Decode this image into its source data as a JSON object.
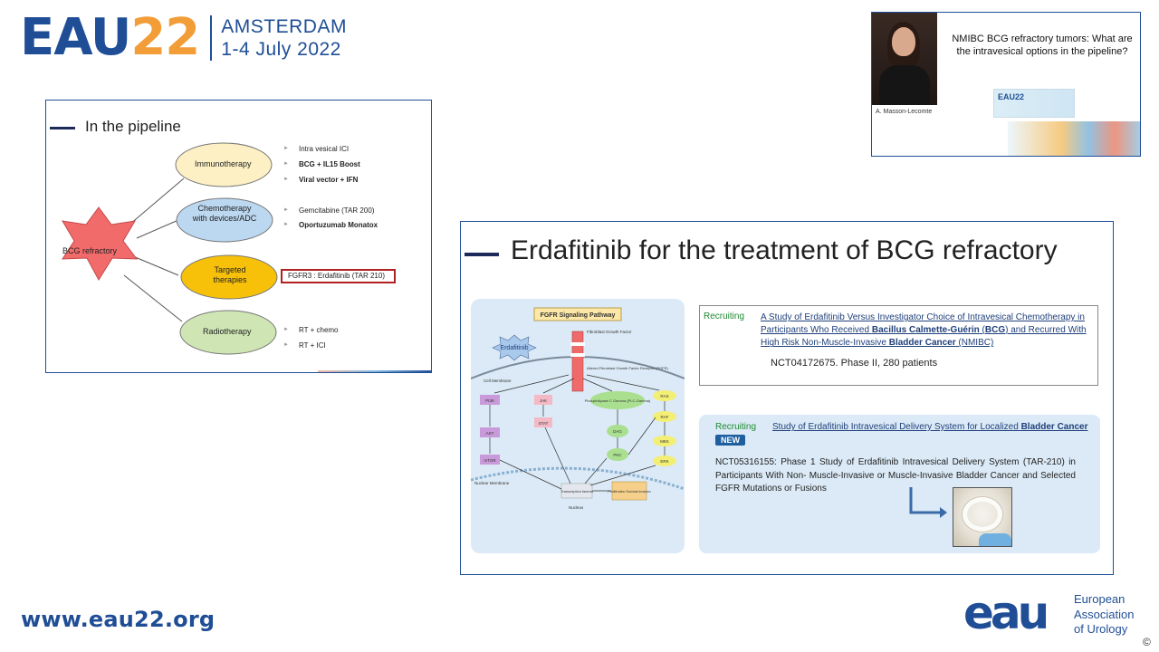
{
  "header": {
    "logo_eau": "EAU",
    "logo_year": "22",
    "city": "AMSTERDAM",
    "dates": "1-4 July 2022"
  },
  "speaker": {
    "name": "A. Masson-Lecomte",
    "slide_title": "NMIBC BCG refractory tumors: What are the intravesical options in the pipeline?",
    "logo_text": "EAU22"
  },
  "pipeline": {
    "title": "In the pipeline",
    "center_label": "BCG refractory",
    "categories": [
      {
        "label": "Immunotherapy",
        "color": "#fdf0c4"
      },
      {
        "label": "Chemotherapy with devices/ADC",
        "color": "#bcd7f0"
      },
      {
        "label": "Targeted therapies",
        "color": "#f7c10a"
      },
      {
        "label": "Radiotherapy",
        "color": "#cfe6b4"
      }
    ],
    "items": {
      "immuno": [
        "Intra vesical ICI",
        "BCG + IL15 Boost",
        "Viral vector + IFN"
      ],
      "chemo": [
        "Gemcitabine (TAR 200)",
        "Oportuzumab Monatox"
      ],
      "targeted": [
        "FGFR3 : Erdafitinib (TAR 210)"
      ],
      "radio": [
        "RT + chemo",
        "RT + ICI"
      ]
    }
  },
  "erda": {
    "title": "Erdafitinib for the treatment of BCG refractory",
    "pathway": {
      "title": "FGFR Signaling Pathway",
      "drug": "Erdafitinib",
      "ligand": "Fibroblast Growth Factor",
      "receptor": "Altered Fibroblast Growth Factor Receptor (FGFR)",
      "cell_membrane": "Cell Membrane",
      "nuclear_membrane": "Nuclear Membrane",
      "nucleus": "Nucleus",
      "nodes": [
        "PI3K",
        "AKT",
        "mTOR",
        "JAK",
        "STAT",
        "Phospholipase C Gamma (PLC-Gamma)",
        "DAG",
        "PKC",
        "RAS",
        "RAF",
        "MEK",
        "ERK",
        "Transcription factors",
        "Proliferation Survival Invasion"
      ]
    },
    "trial1": {
      "status": "Recruiting",
      "title_pre": "A Study of Erdafitinib Versus Investigator Choice of Intravesical Chemotherapy in Participants Who Received ",
      "title_bold1": "Bacillus Calmette-Guérin",
      "title_mid1": " (",
      "title_bold2": "BCG",
      "title_mid2": ") and Recurred With High Risk Non-Muscle-Invasive ",
      "title_bold3": "Bladder Cancer",
      "title_post": " (NMIBC)",
      "nct": "NCT04172675. Phase II, 280 patients"
    },
    "trial2": {
      "status": "Recruiting",
      "badge": "NEW",
      "title_pre": "Study of Erdafitinib Intravesical Delivery System for Localized ",
      "title_bold": "Bladder Cancer",
      "description": "NCT05316155: Phase 1 Study of Erdafitinib Intravesical Delivery System (TAR-210) in Participants With Non- Muscle-Invasive or Muscle-Invasive Bladder Cancer and Selected FGFR Mutations or Fusions"
    }
  },
  "footer": {
    "url": "www.eau22.org",
    "org_logo": "eau",
    "org_line1": "European",
    "org_line2": "Association",
    "org_line3": "of Urology",
    "copyright": "©"
  }
}
